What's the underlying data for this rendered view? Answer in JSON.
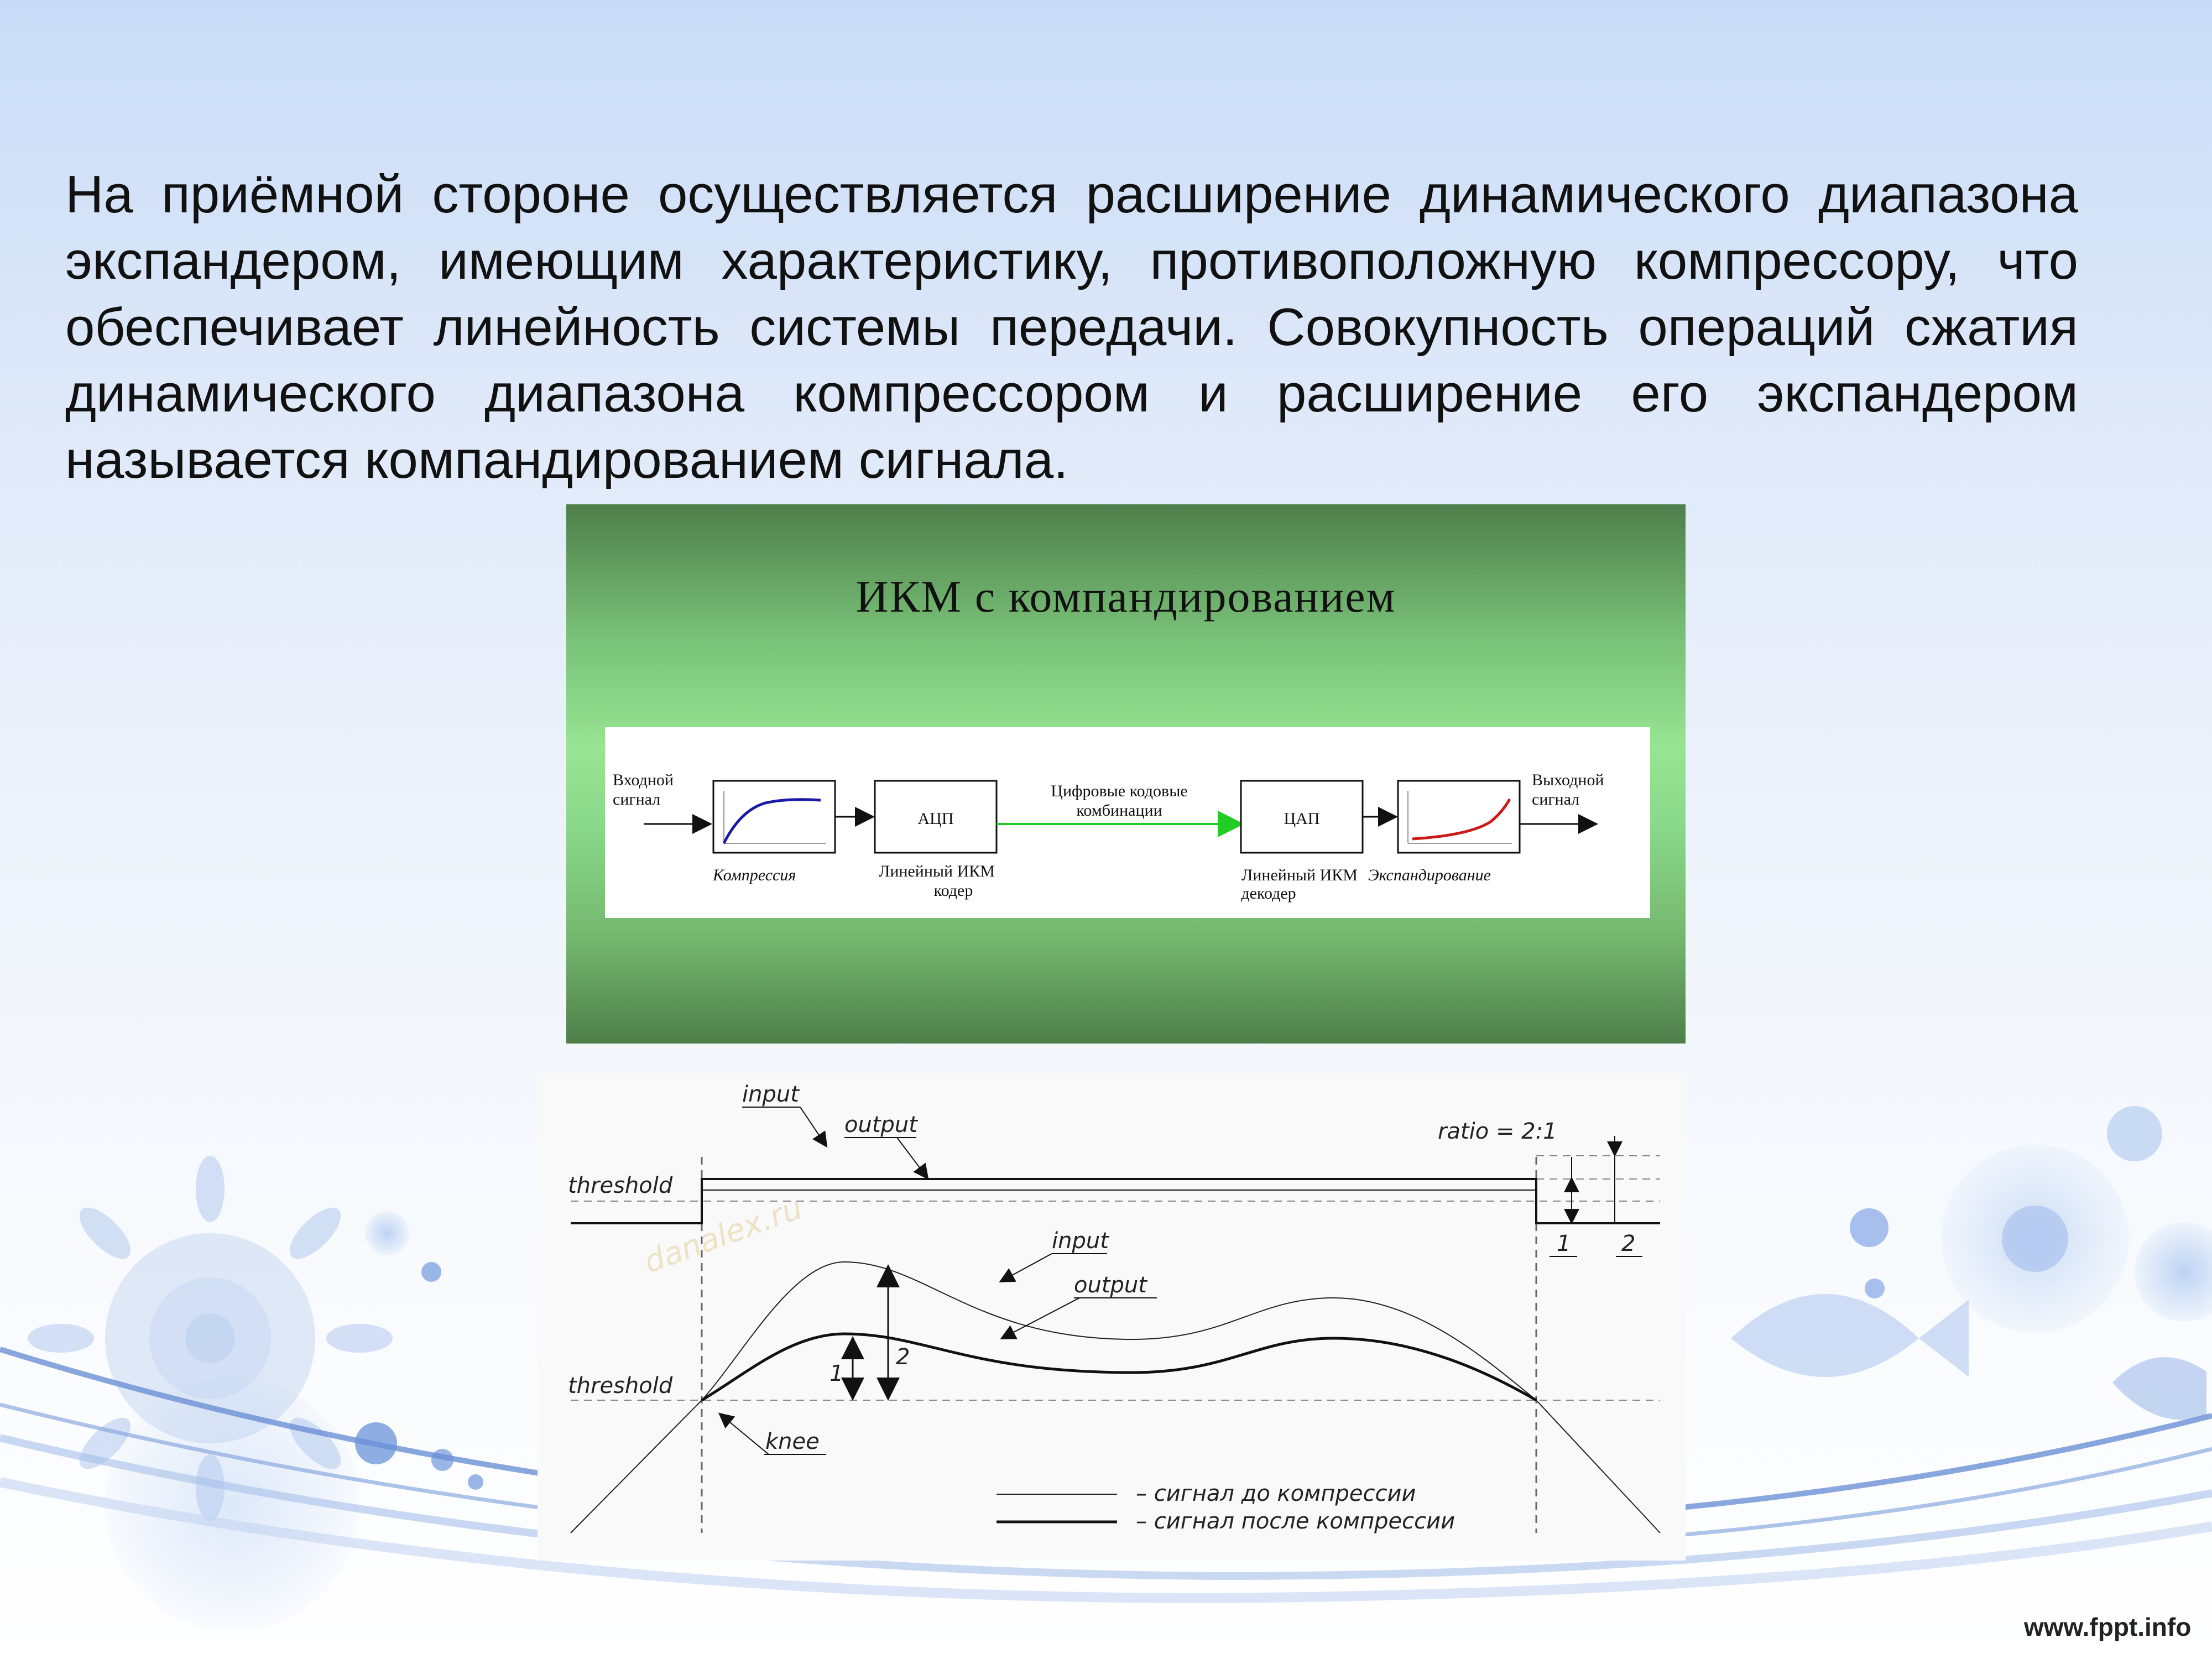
{
  "slide": {
    "paragraph": "На приёмной стороне осуществляется расширение динамического диапазона экспандером, имеющим характеристику, противоположную компрессору, что обеспечивает линейность системы передачи. Совокупность операций сжатия динамического диапазона компрессором и расширение его экспандером называется компандированием сигнала.",
    "footer_url": "www.fppt.info"
  },
  "pcm_figure": {
    "title": "ИКМ с компандированием",
    "input_signal": [
      "Входной",
      "сигнал"
    ],
    "output_signal": [
      "Выходной",
      "сигнал"
    ],
    "adc_label": "АЦП",
    "dac_label": "ЦАП",
    "digital_codes": [
      "Цифровые кодовые",
      "комбинации"
    ],
    "compression_caption": "Компрессия",
    "expanding_caption": "Экспандирование",
    "encoder_caption": [
      "Линейный ИКМ",
      "кодер"
    ],
    "decoder_caption": [
      "Линейный ИКМ",
      "декодер"
    ],
    "colors": {
      "compress_curve": "#1a1aa8",
      "expand_curve": "#cc1a1a",
      "digital_arrow": "#22cc22"
    }
  },
  "compression_figure": {
    "input_top": "input",
    "output_top": "output",
    "ratio": "ratio = 2:1",
    "threshold_top": "threshold",
    "marker_1": "1",
    "marker_2": "2",
    "input_curve": "input",
    "output_curve": "output",
    "gain_1": "1",
    "gain_2": "2",
    "threshold_bottom": "threshold",
    "knee": "knee",
    "watermark": "danalex.ru",
    "legend_before": "– сигнал до компрессии",
    "legend_after": "– сигнал после компрессии"
  }
}
